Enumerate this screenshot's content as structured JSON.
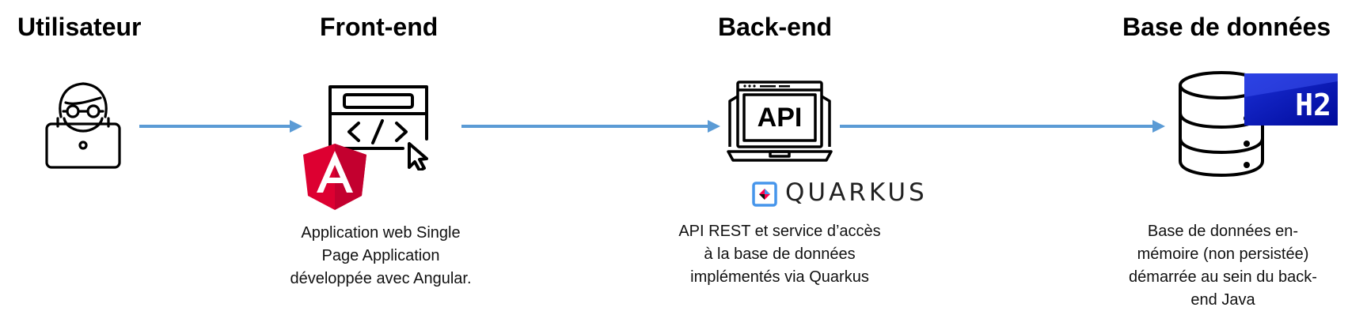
{
  "columns": {
    "user": {
      "title": "Utilisateur"
    },
    "frontend": {
      "title": "Front-end",
      "caption_lines": [
        "Application web Single",
        "Page Application",
        "développée avec Angular."
      ]
    },
    "backend": {
      "title": "Back-end",
      "caption_lines": [
        "API REST et service d’accès",
        "à la base de données",
        "implémentés via Quarkus"
      ],
      "api_label": "API",
      "quarkus_label": "QUARKUS"
    },
    "database": {
      "title": "Base de données",
      "caption_lines": [
        "Base de données en-",
        "mémoire (non persistée)",
        "démarrée au sein du back-",
        "end Java"
      ],
      "h2_label": "H2"
    }
  },
  "icons": {
    "user": "user-at-laptop-icon",
    "frontend": "web-browser-code-icon",
    "angular": "angular-logo-icon",
    "backend": "api-laptop-icon",
    "quarkus": "quarkus-logo-icon",
    "database": "database-icon",
    "h2": "h2-logo-icon"
  },
  "colors": {
    "arrow": "#5B9BD5",
    "angular_red": "#DD0031",
    "angular_dark": "#C3002F",
    "h2_blue": "#0A1FBF",
    "quarkus_blue": "#4695EB"
  }
}
